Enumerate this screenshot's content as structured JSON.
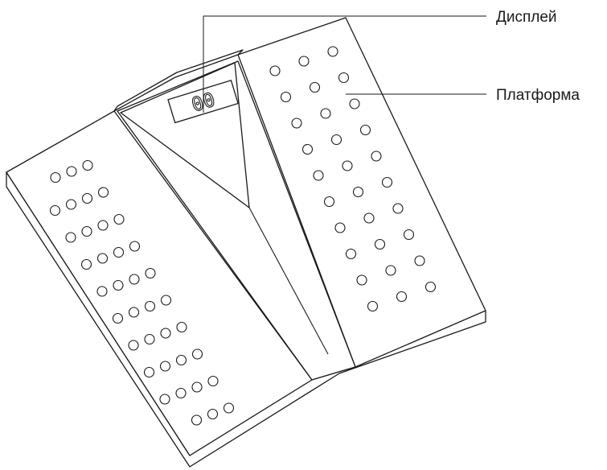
{
  "labels": {
    "display": "Дисплей",
    "platform": "Платформа"
  },
  "display_readout": "00",
  "holes": {
    "left_panel": [
      3,
      4,
      4,
      4,
      4,
      4,
      4,
      4,
      4,
      3
    ],
    "right_panel": [
      3,
      3,
      3,
      3,
      3,
      3,
      3,
      3,
      3,
      3
    ]
  }
}
